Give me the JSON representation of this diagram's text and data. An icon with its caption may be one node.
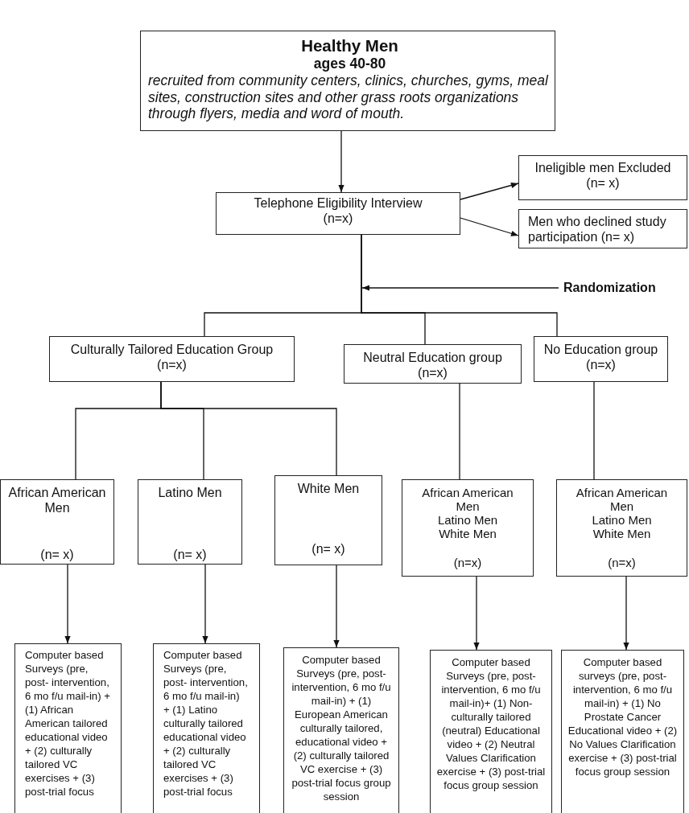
{
  "diagram": {
    "nodes": [
      {
        "text": [
          "Healthy Men",
          "ages 40-80",
          "recruited from community centers, clinics, churches, gyms, meal sites, construction sites and other grass roots organizations through flyers, media and word of mouth."
        ]
      },
      {
        "text": [
          "Telephone Eligibility Interview",
          "(n=x)"
        ]
      },
      {
        "text": [
          "Ineligible men Excluded",
          "(n= x)"
        ]
      },
      {
        "text": [
          "Men who declined study participation (n= x)"
        ]
      },
      {
        "text": [
          "Randomization"
        ]
      },
      {
        "text": [
          "Culturally Tailored Education Group",
          "(n=x)"
        ]
      },
      {
        "text": [
          "Neutral Education group",
          "(n=x)"
        ]
      },
      {
        "text": [
          "No Education group",
          "(n=x)"
        ]
      },
      {
        "text": [
          "African American Men",
          "(n= x)"
        ]
      },
      {
        "text": [
          "Latino Men",
          "(n= x)"
        ]
      },
      {
        "text": [
          "White Men",
          "(n= x)"
        ]
      },
      {
        "text": [
          "African American Men",
          "Latino Men",
          "White Men",
          "(n=x)"
        ]
      },
      {
        "text": [
          "African American Men",
          "Latino Men",
          "White Men",
          "(n=x)"
        ]
      },
      {
        "text": [
          "Computer based Surveys (pre, post- intervention, 6 mo f/u mail-in) + (1) African American tailored educational video + (2) culturally tailored VC exercises + (3) post-trial focus"
        ]
      },
      {
        "text": [
          "Computer based Surveys (pre, post- intervention, 6 mo f/u mail-in) + (1) Latino culturally tailored educational video + (2) culturally tailored VC exercises + (3) post-trial focus"
        ]
      },
      {
        "text": [
          "Computer based Surveys (pre, post-intervention, 6 mo f/u mail-in) + (1) European American culturally tailored, educational video + (2) culturally tailored VC exercise + (3) post-trial focus group session"
        ]
      },
      {
        "text": [
          "Computer based Surveys (pre, post-intervention, 6 mo f/u mail-in)+ (1) Non-culturally tailored (neutral) Educational video + (2) Neutral Values Clarification exercise + (3) post-trial focus group session"
        ]
      },
      {
        "text": [
          "Computer based surveys (pre, post-intervention, 6 mo f/u mail-in) + (1) No Prostate Cancer Educational video + (2) No Values Clarification exercise + (3) post-trial focus group session"
        ]
      }
    ],
    "edges": [
      {
        "from": 0,
        "to": 1,
        "arrow": "to"
      },
      {
        "from": 1,
        "to": 2,
        "arrow": "to"
      },
      {
        "from": 1,
        "to": 3,
        "arrow": "to"
      },
      {
        "from": 4,
        "to": null,
        "arrow": "to"
      },
      {
        "from": 1,
        "to": 5,
        "arrow": "none"
      },
      {
        "from": 1,
        "to": 6,
        "arrow": "none"
      },
      {
        "from": 1,
        "to": 7,
        "arrow": "none"
      },
      {
        "from": 5,
        "to": 8,
        "arrow": "none"
      },
      {
        "from": 5,
        "to": 9,
        "arrow": "none"
      },
      {
        "from": 5,
        "to": 10,
        "arrow": "none"
      },
      {
        "from": 6,
        "to": 11,
        "arrow": "none"
      },
      {
        "from": 7,
        "to": 12,
        "arrow": "none"
      },
      {
        "from": 8,
        "to": 13,
        "arrow": "to"
      },
      {
        "from": 9,
        "to": 14,
        "arrow": "to"
      },
      {
        "from": 10,
        "to": 15,
        "arrow": "to"
      },
      {
        "from": 11,
        "to": 16,
        "arrow": "to"
      },
      {
        "from": 12,
        "to": 17,
        "arrow": "to"
      }
    ]
  }
}
